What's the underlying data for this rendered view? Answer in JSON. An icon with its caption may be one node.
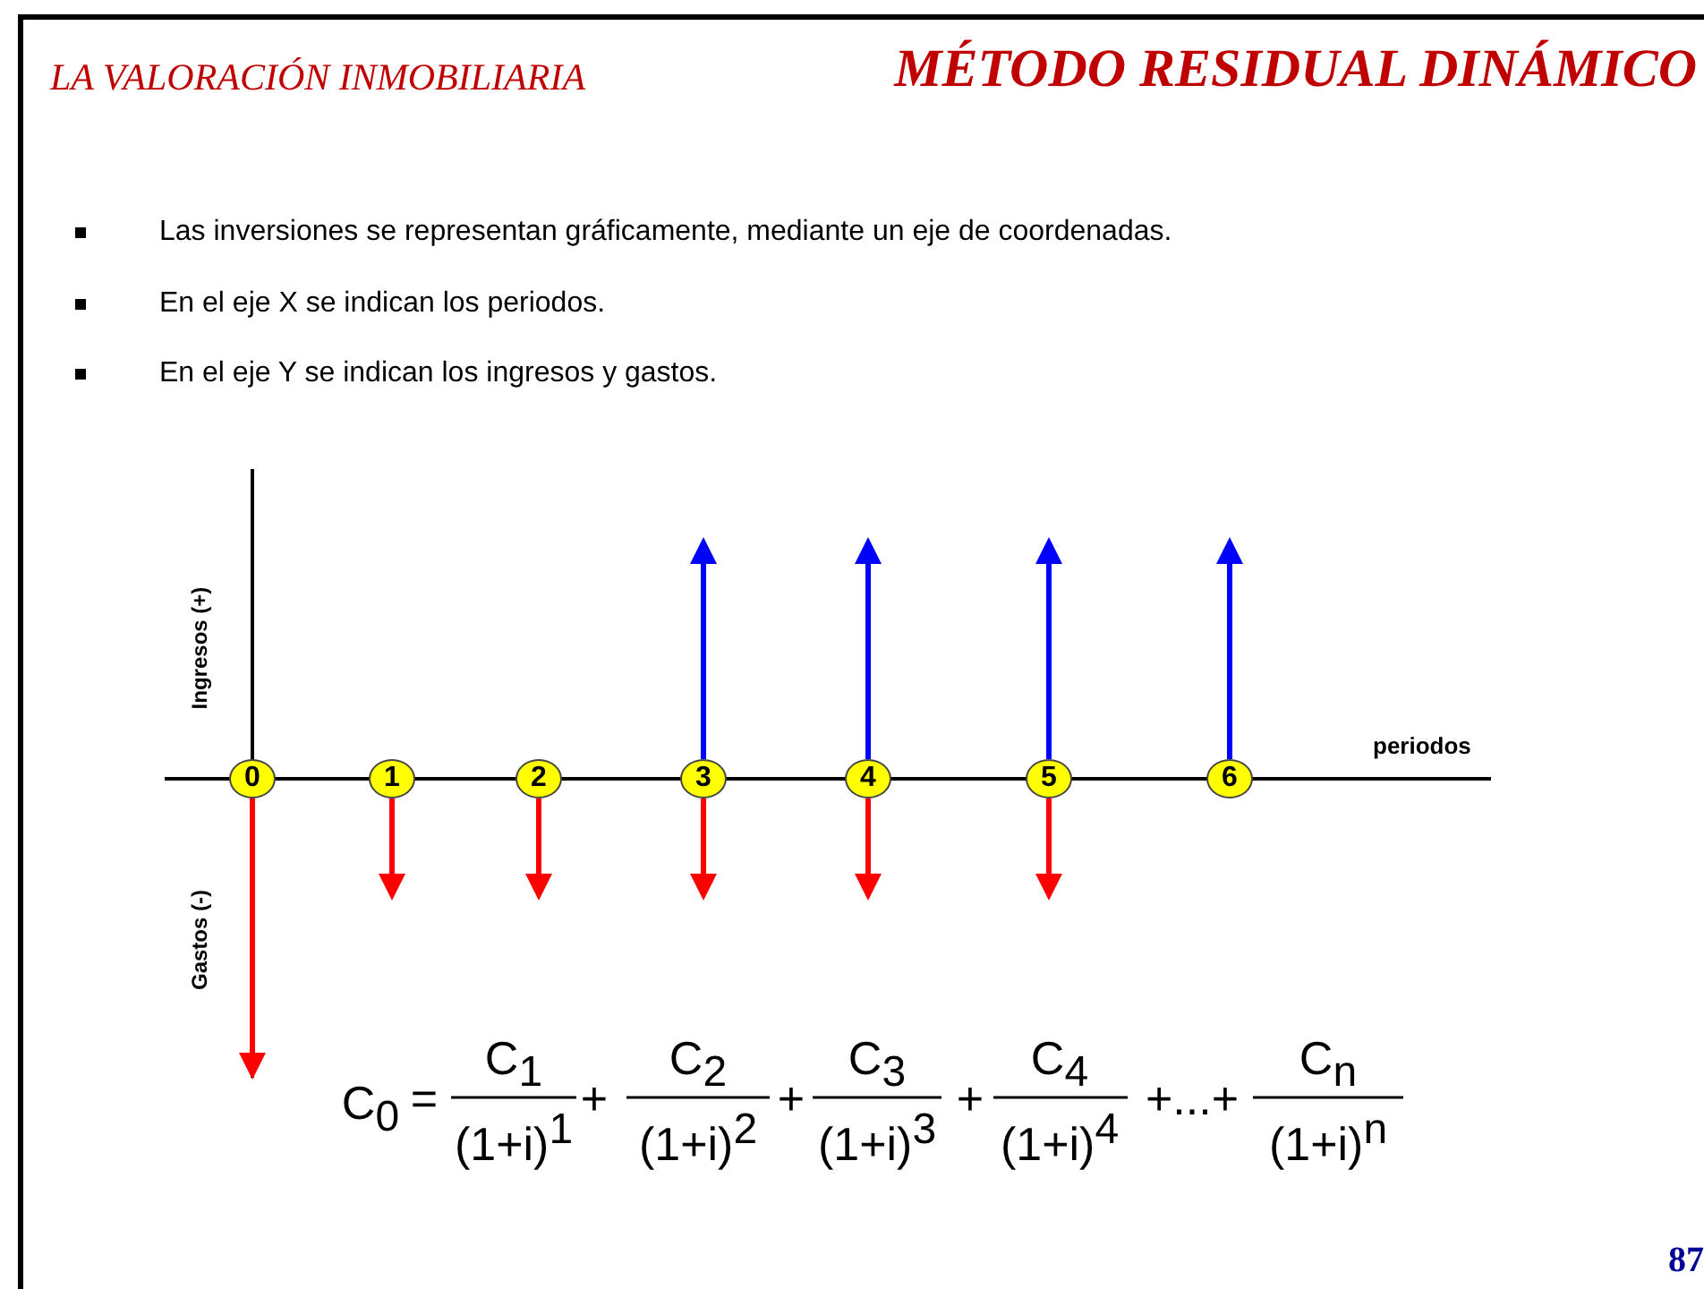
{
  "diagram": {
    "title": "MÉTODO RESIDUAL DINÁMICO",
    "nodes": [
      {
        "text": [
          "0"
        ]
      },
      {
        "text": [
          "1"
        ]
      },
      {
        "text": [
          "2"
        ]
      },
      {
        "text": [
          "3"
        ]
      },
      {
        "text": [
          "4"
        ]
      },
      {
        "text": [
          "5"
        ]
      },
      {
        "text": [
          "6"
        ]
      }
    ],
    "edges": [
      {
        "from": 0,
        "to": null,
        "arrow": "to"
      },
      {
        "from": 1,
        "to": null,
        "arrow": "to"
      },
      {
        "from": 2,
        "to": null,
        "arrow": "to"
      },
      {
        "from": 3,
        "to": null,
        "arrow": "to"
      },
      {
        "from": 4,
        "to": null,
        "arrow": "to"
      },
      {
        "from": 5,
        "to": null,
        "arrow": "to"
      },
      {
        "from": 3,
        "to": null,
        "arrow": "to",
        "color": "#0000ff"
      },
      {
        "from": 4,
        "to": null,
        "arrow": "to",
        "color": "#0000ff"
      },
      {
        "from": 5,
        "to": null,
        "arrow": "to",
        "color": "#0000ff"
      },
      {
        "from": 6,
        "to": null,
        "arrow": "to",
        "color": "#0000ff"
      }
    ],
    "labels": [
      "LA VALORACIÓN INMOBILIARIA",
      "Las inversiones se representan gráficamente, mediante un eje de coordenadas.",
      "En el eje X se indican los periodos.",
      "En el eje Y se indican los ingresos y gastos.",
      "Ingresos (+)",
      "periodos",
      "Gastos (-)",
      "C$_{0}$",
      "=",
      "C$_{1}$",
      "(1+i)$^{1}$",
      "+",
      "C$_{2}$",
      "(1+i)$^{2}$",
      "+",
      "C$_{3}$",
      "(1+i)$^{3}$",
      "+",
      "C$_{4}$",
      "(1+i)$^{4}$",
      "+...+",
      "C$_{n}$",
      "(1+i)$^{n}$",
      "87"
    ]
  }
}
